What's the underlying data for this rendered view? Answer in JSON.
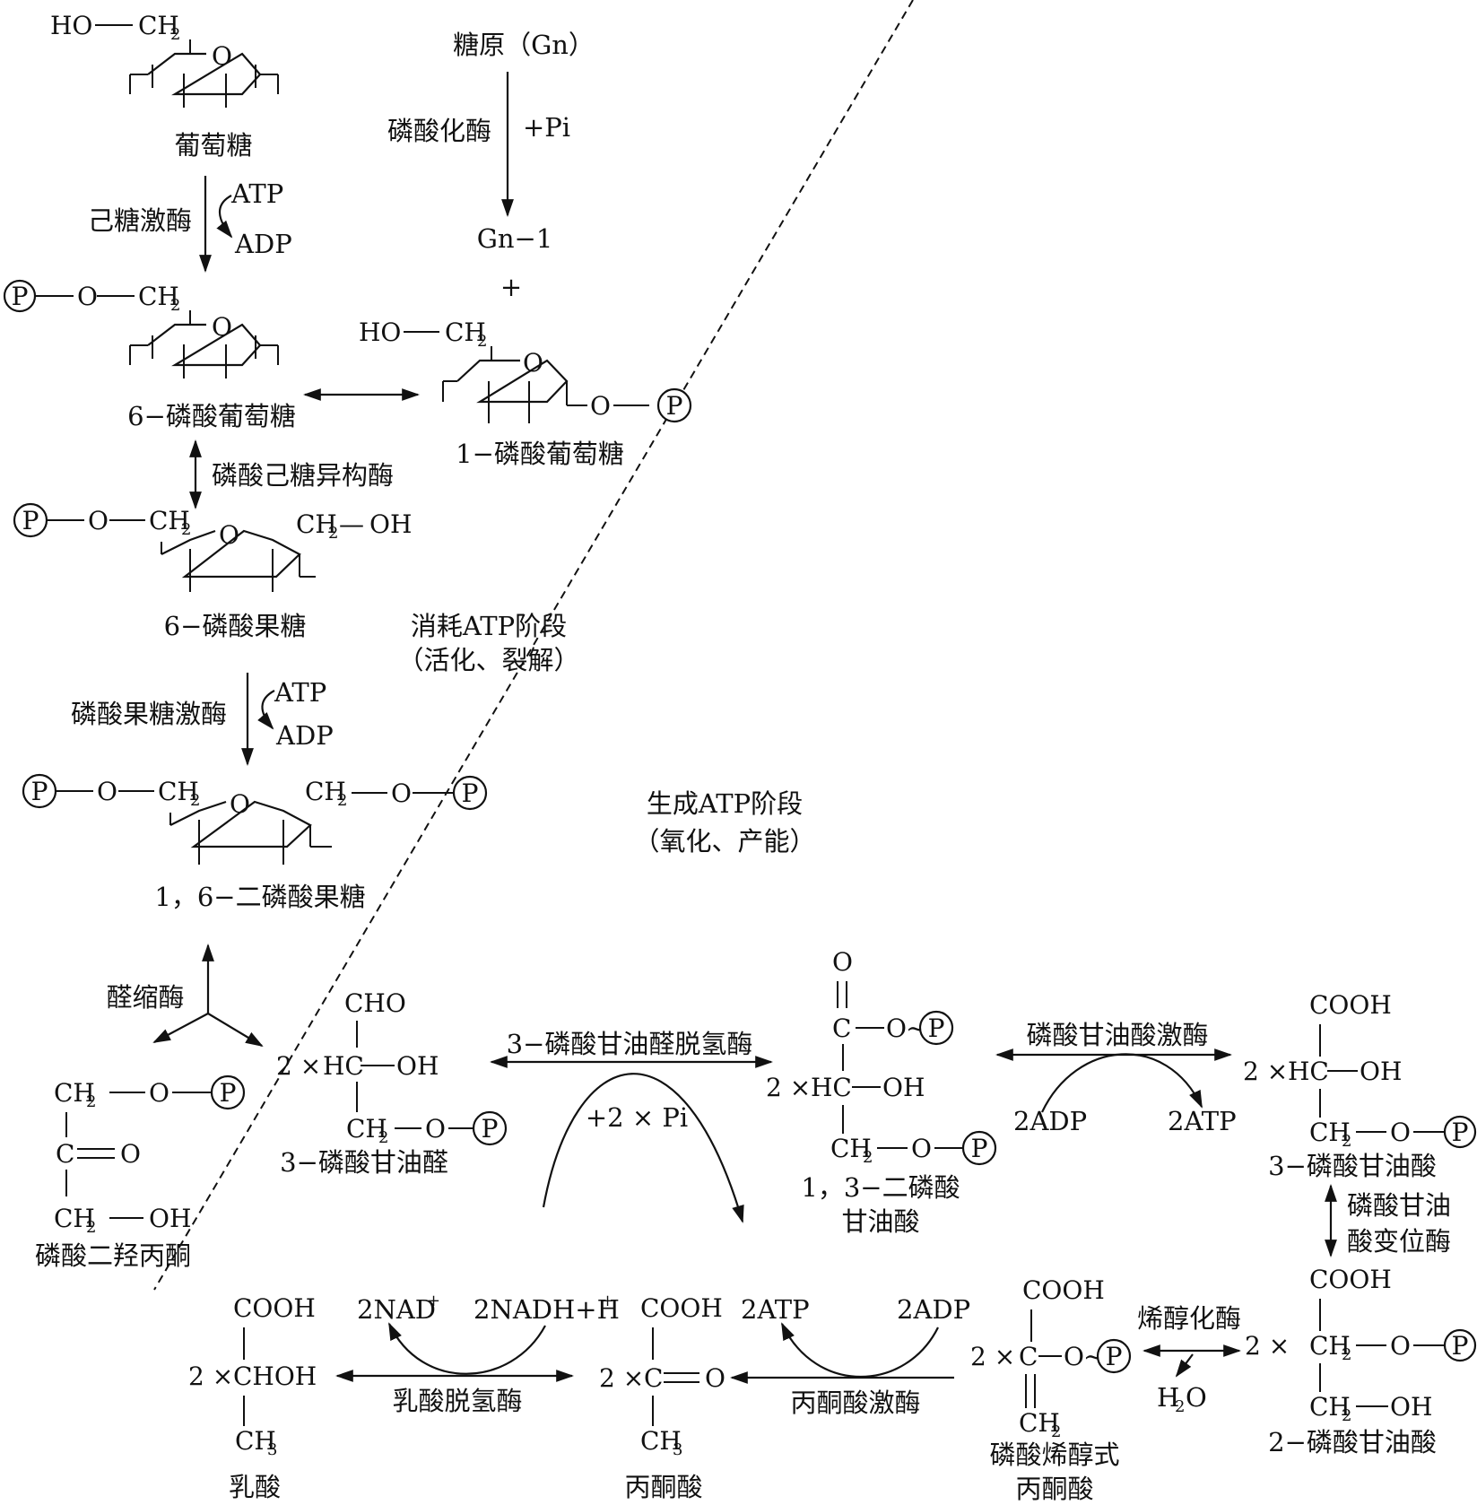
{
  "compounds": {
    "glucose": "葡萄糖",
    "glycogen": "糖原（Gn）",
    "gn1": "Gn−1",
    "plus": "+",
    "g6p": "6−磷酸葡萄糖",
    "g1p": "1−磷酸葡萄糖",
    "f6p": "6−磷酸果糖",
    "f16bp": "1，6−二磷酸果糖",
    "dhap": "磷酸二羟丙酮",
    "g3p": "3−磷酸甘油醛",
    "bpg13_line1": "1，3−二磷酸",
    "bpg13_line2": "甘油酸",
    "pg3": "3−磷酸甘油酸",
    "pg2": "2−磷酸甘油酸",
    "pep_line1": "磷酸烯醇式",
    "pep_line2": "丙酮酸",
    "pyruvate": "丙酮酸",
    "lactate": "乳酸"
  },
  "enzymes": {
    "phosphorylase": "磷酸化酶",
    "hexokinase": "己糖激酶",
    "phosphohexose_isomerase": "磷酸己糖异构酶",
    "pfk": "磷酸果糖激酶",
    "aldolase": "醛缩酶",
    "g3p_dehydrogenase": "3−磷酸甘油醛脱氢酶",
    "pgk": "磷酸甘油酸激酶",
    "pgm_line1": "磷酸甘油",
    "pgm_line2": "酸变位酶",
    "enolase": "烯醇化酶",
    "pyruvate_kinase": "丙酮酸激酶",
    "ldh": "乳酸脱氢酶"
  },
  "cofactors": {
    "pi": "+Pi",
    "atp": "ATP",
    "adp": "ADP",
    "two_pi": "+2 × Pi",
    "two_adp": "2ADP",
    "two_atp": "2ATP",
    "water": "H",
    "water_sub": "2",
    "water_o": "O",
    "nad": "2NAD",
    "nad_sup": "+",
    "nadh": "2NADH+H",
    "nadh_sup": "+"
  },
  "stages": {
    "consume_title": "消耗ATP阶段",
    "consume_sub": "（活化、裂解）",
    "generate_title": "生成ATP阶段",
    "generate_sub": "（氧化、产能）"
  },
  "atoms": {
    "p": "P",
    "o": "O",
    "ho": "HO",
    "oh": "OH",
    "ch": "CH",
    "two": "2",
    "three": "3",
    "cho": "CHO",
    "cooh": "COOH",
    "c": "C",
    "hc": "HC",
    "chohline": "CHOH",
    "times2": "2 ×",
    "dash": "—",
    "tilde": "~"
  }
}
